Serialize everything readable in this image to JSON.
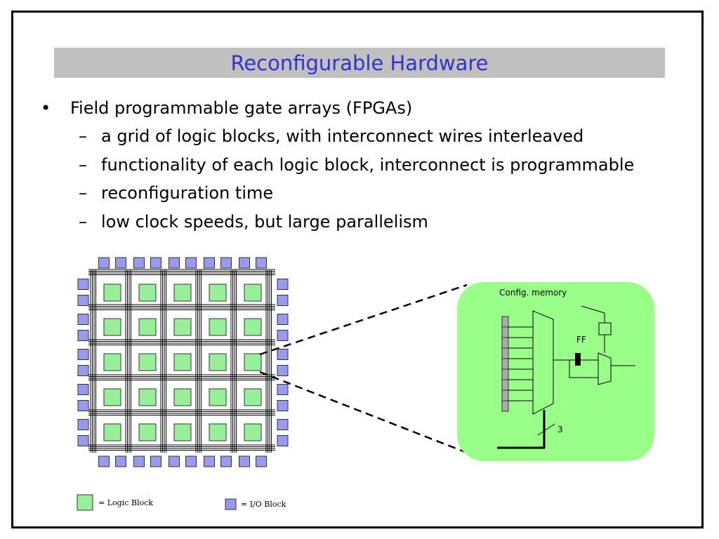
{
  "slide": {
    "title": "Reconfigurable Hardware",
    "bullet": {
      "marker": "•",
      "text": "Field programmable gate arrays (FPGAs)",
      "sub_marker": "–",
      "subitems": [
        "a grid of logic blocks, with interconnect wires interleaved",
        "functionality of each logic block, interconnect is programmable",
        "reconfiguration time",
        "low clock speeds, but large parallelism"
      ]
    }
  },
  "diagram": {
    "logic_block_color": "#99ee99",
    "io_block_color": "#9999ee",
    "detail_bg_color": "#99ff88",
    "config_memory_label": "Config. memory",
    "ff_label": "FF",
    "bus_width_label": "3"
  },
  "legend": {
    "logic_block": "= Logic Block",
    "io_block": "= I/O Block"
  }
}
